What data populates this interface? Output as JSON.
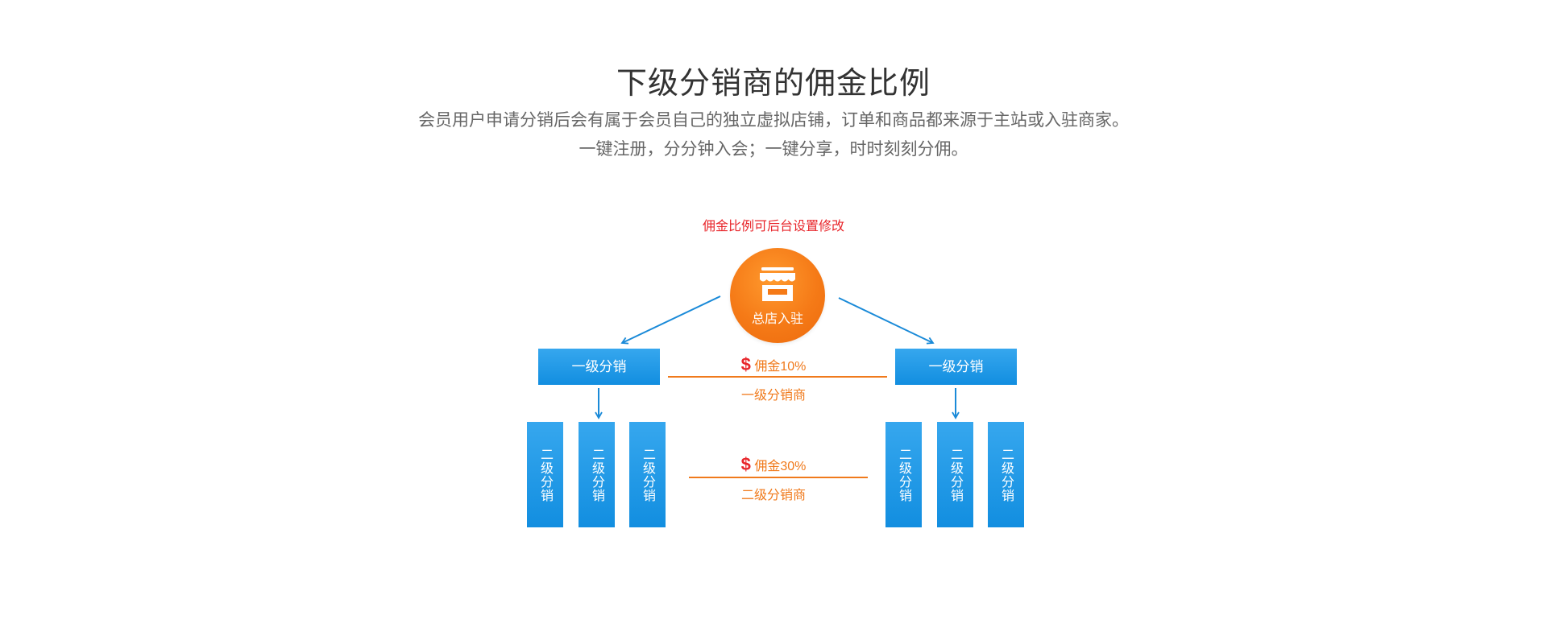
{
  "header": {
    "title": "下级分销商的佣金比例",
    "subtitle_line1": "会员用户申请分销后会有属于会员自己的独立虚拟店铺，订单和商品都来源于主站或入驻商家。",
    "subtitle_line2": "一键注册，分分钟入会；一键分享，时时刻刻分佣。"
  },
  "diagram": {
    "note": "佣金比例可后台设置修改",
    "hub": {
      "label": "总店入驻",
      "icon": "storefront-icon"
    },
    "level1": {
      "left_label": "一级分销",
      "right_label": "一级分销"
    },
    "level2": {
      "left": [
        "二级分销",
        "二级分销",
        "二级分销"
      ],
      "right": [
        "二级分销",
        "二级分销",
        "二级分销"
      ]
    },
    "commission1": {
      "symbol": "$",
      "text": "佣金10%",
      "tier": "一级分销商"
    },
    "commission2": {
      "symbol": "$",
      "text": "佣金30%",
      "tier": "二级分销商"
    }
  },
  "colors": {
    "hub_orange": "#f57a17",
    "box_blue": "#1a93e3",
    "commission_orange": "#f07a1c",
    "accent_red": "#e8262b",
    "arrow_blue": "#1a8ad8"
  }
}
